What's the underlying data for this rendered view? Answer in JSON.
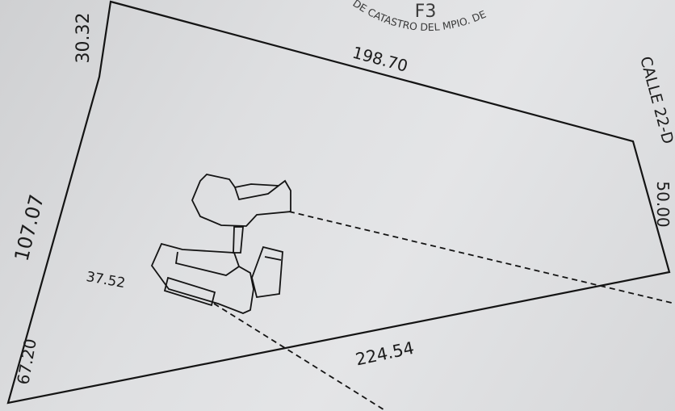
{
  "plot": {
    "dimensions": {
      "top_left_edge": "30.32",
      "top_edge": "198.70",
      "right_edge": "50.00",
      "left_edge": "107.07",
      "bottom_left_edge": "67.20",
      "bottom_edge": "224.54",
      "interior_distance": "37.52"
    },
    "street_label": "CALLE 22-D",
    "stamp": {
      "code": "F3",
      "text": "DE CATASTRO DEL MPIO. DE"
    }
  },
  "colors": {
    "line": "#141414",
    "paper": "#dedfe1",
    "stamp_ink": "#3b3b3b"
  }
}
